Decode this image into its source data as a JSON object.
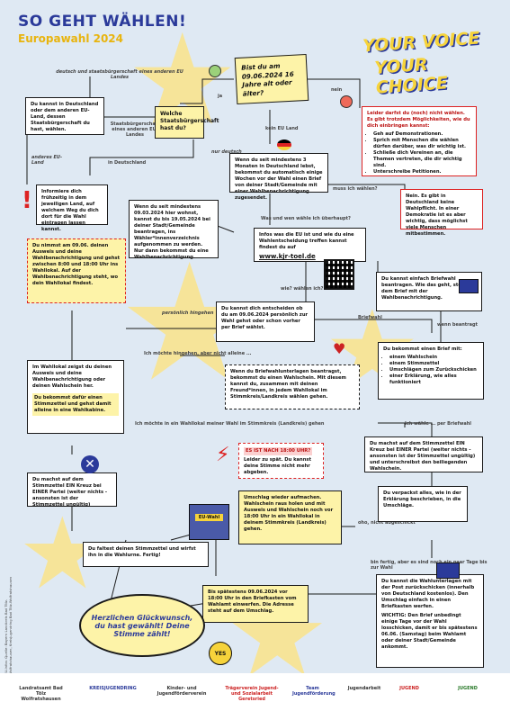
{
  "header": {
    "title": "SO GEHT WÄHLEN!",
    "subtitle": "Europawahl 2024"
  },
  "logo": {
    "line1": "YOUR VOICE",
    "line2": "YOUR CHOICE"
  },
  "colors": {
    "background": "#dfe9f3",
    "accent_yellow": "#fdf3a8",
    "accent_blue": "#2b3a9a",
    "warn_red": "#d22222",
    "star": "#fbe48a"
  },
  "boxes": {
    "start": "Bist du am 09.06.2024 16 Jahre alt oder älter?",
    "nationality": "Du kannst in Deutschland oder dem anderen EU-Land, dessen Staatsbürgerschaft du hast, wählen.",
    "which_citizenship": "Welche Staatsbürgerschaft hast du?",
    "too_young": "Leider darfst du (noch) nicht wählen. Es gibt trotzdem Möglichkeiten, wie du dich einbringen kannst:",
    "too_young_list": [
      "Geh auf Demonstrationen.",
      "Sprich mit Menschen die wählen dürfen darüber, was dir wichtig ist.",
      "Schließe dich Vereinen an, die Themen vertreten, die dir wichtig sind.",
      "Unterschreibe Petitionen."
    ],
    "other_eu": "Informiere dich frühzeitig in dem jeweiligen Land, auf welchem Weg du dich dort für die Wahl eintragen lassen kannst.",
    "living_3_months": "Wenn du seit mindestens 3 Monaten in Deutschland lebst, bekommst du automatisch einige Wochen vor der Wahl einen Brief von deiner Stadt/Gemeinde mit einer Wahlbenachrichtigung zugesendet.",
    "must_vote": "Nein. Es gibt in Deutschland keine Wahlpflicht. In einer Demokratie ist es aber wichtig, dass möglichst viele Menschen mitbestimmen.",
    "since_date": "Wenn du seit mindestens 09.03.2024 hier wohnst, kannst du bis 19.05.2024 bei deiner Stadt/Gemeinde beantragen, ins Wähler*innenverzeichnis aufgenommen zu werden. Nur dann bekommst du eine Wahlbenachrichtigung.",
    "info": "Infos was die EU ist und wie du eine Wahlentscheidung treffen kannst findest du auf",
    "info_url": "www.kjr-toel.de",
    "bring_id": "Du nimmst am 09.06. deinen Ausweis und deine Wahlbenachrichtigung und gehst zwischen 8:00 und 18:00 Uhr ins Wahllokal. Auf der Wahlbenachrichtigung steht, wo dein Wahllokal findest.",
    "choose": "Du kannst dich entscheiden ob du am 09.06.2024 persönlich zur Wahl gehst oder schon vorher per Brief wählst.",
    "briefwahl": "Du kannst einfach Briefwahl beantragen. Wie das geht, steht in dem Brief mit der Wahlbenachrichtigung.",
    "polling_station": "Im Wahllokal zeigst du deinen Ausweis und deine Wahlbenachrichtigung oder deinen Wahlschein her.",
    "polling_station2": "Du bekommst dafür einen Stimmzettel und gehst damit alleine in eine Wahlkabine.",
    "letter_documents": "Wenn du Briefwahlunterlagen beantragst, bekommst du einen Wahlschein. Mit diesem kannst du, zusammen mit deinen Freund*innen, in jedem Wahllokal im Stimmkreis/Landkreis wählen gehen.",
    "letter_contents": "Du bekommst einen Brief mit:",
    "letter_list": [
      "einem Wahlschein",
      "einem Stimmzettel",
      "Umschlägen zum Zurückschicken",
      "einer Erklärung, wie alles funktioniert"
    ],
    "too_late_tag": "ES IST NACH 18:00 UHR?",
    "too_late": "Leider zu spät. Du kannst deine Stimme nicht mehr abgeben.",
    "cross_home": "Du machst auf dem Stimmzettel EIN Kreuz bei EINER Partei (weiter nichts - ansonsten ist der Stimmzettel ungültig) und unterschreibst den beiliegenden Wahlschein.",
    "cross_booth": "Du machst auf dem Stimmzettel EIN Kreuz bei EINER Partei (weiter nichts - ansonsten ist der Stimmzettel ungültig)",
    "envelope": "Umschlag wieder aufmachen. Wahlschein raus holen und mit Ausweis und Wahlschein noch vor 18:00 Uhr in ein Wahllokal in deinem Stimmkreis (Landkreis) gehen.",
    "seal": "Du verpackst alles, wie in der Erklärung beschrieben, in die Umschläge.",
    "fold": "Du faltest deinen Stimmzettel und wirfst ihn in die Wahlurne. Fertig!",
    "deadline": "Bis spätestens 09.06.2024 vor 18:00 Uhr in den Briefkasten vom Wahlamt einwerfen. Die Adresse steht auf dem Umschlag.",
    "send_back": "Du kannst die Wahlunterlagen mit der Post zurückschicken (innerhalb von Deutschland kostenlos). Den Umschlag einfach in einen Briefkasten werfen.",
    "send_back_warn": "WICHTIG: Den Brief unbedingt einige Tage vor der Wahl losschicken, damit er bis spätestens 06.06. (Samstag) beim Wahlamt oder deiner Stadt/Gemeinde ankommt.",
    "congrats": "Herzlichen Glückwunsch, du hast gewählt! Deine Stimme zählt!"
  },
  "labels": {
    "dual": "deutsch und staatsbürgerschaft eines anderen EU Landes",
    "yes": "ja",
    "no": "nein",
    "other_eu_country": "Staatsbürgerschaft eines anderen EU-Landes",
    "other_eu_short": "anderes EU-Land",
    "in_germany": "in Deutschland",
    "only_german": "nur deutsch",
    "no_eu": "kein EU Land",
    "must_i": "muss ich wählen?",
    "what_who": "Was und wen wähle ich überhaupt?",
    "how_where": "wie? wählen ich?",
    "in_person": "persönlich hingehen",
    "postal": "Briefwahl",
    "when_requested": "wenn beantragt",
    "rather_go": "Ich möchte hingehen, aber nicht alleine ...",
    "go_station": "Ich möchte in ein Wahllokal meiner Wahl im Stimmkreis (Landkreis) gehen",
    "per_letter": "Ich wähle ... per Briefwahl",
    "oops": "oho, nicht abgeschickt",
    "in_time": "bin fertig, aber es sind noch ein paar Tage bis zur Wahl",
    "ballot_box": "EU-Wahl",
    "yes_sign": "YES"
  },
  "side_text": "EU-Infos: Quelle: Bayern Landkreis Bad Tölz-Wolfratshausen, Kreisjugendring Bad Tölz-Wolfratshausen",
  "footer": {
    "logos": [
      "Landratsamt Bad Tölz Wolfratshausen",
      "KREISJUGENDRING",
      "Kinder- und Jugendförderverein",
      "Trägerverein Jugend- und Sozialarbeit Geretsried",
      "Team Jugendförderung",
      "Jugendarbeit",
      "JUGEND",
      "JUGEND"
    ]
  }
}
